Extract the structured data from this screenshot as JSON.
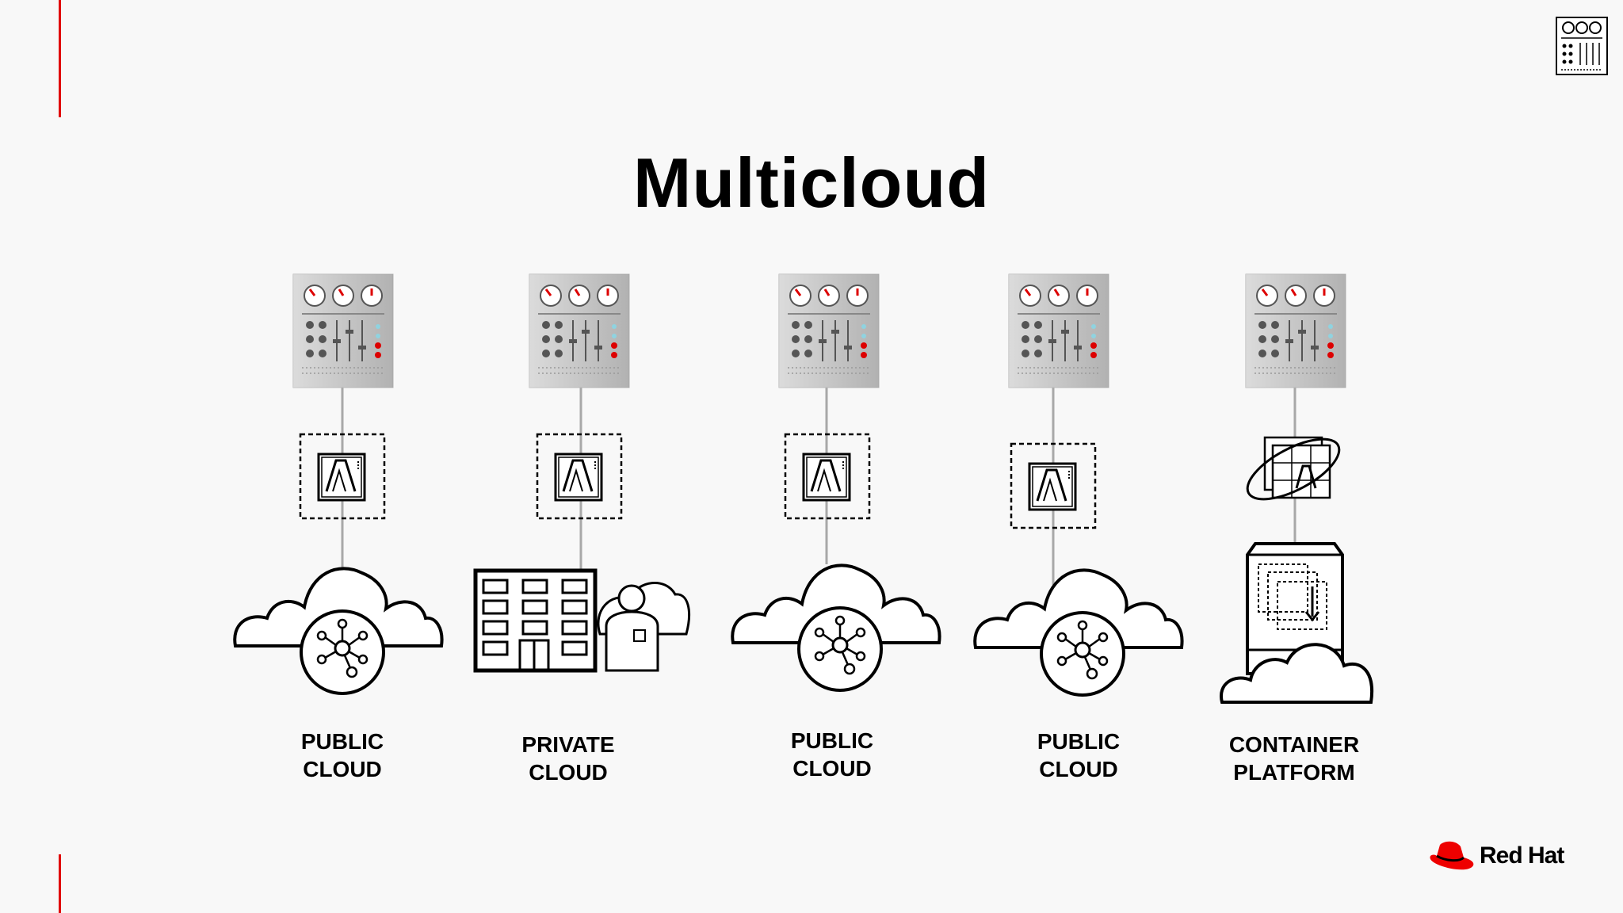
{
  "title": "Multicloud",
  "columns": [
    {
      "label_line1": "PUBLIC",
      "label_line2": "CLOUD",
      "environment": "public-cloud"
    },
    {
      "label_line1": "PRIVATE",
      "label_line2": "CLOUD",
      "environment": "private-cloud"
    },
    {
      "label_line1": "PUBLIC",
      "label_line2": "CLOUD",
      "environment": "public-cloud"
    },
    {
      "label_line1": "PUBLIC",
      "label_line2": "CLOUD",
      "environment": "public-cloud"
    },
    {
      "label_line1": "CONTAINER",
      "label_line2": "PLATFORM",
      "environment": "container-platform"
    }
  ],
  "brand": {
    "name": "Red Hat"
  },
  "colors": {
    "accent": "#e00000",
    "line": "#000000",
    "panel": "#c8c8c8",
    "connector": "#a8a8a8"
  },
  "icons": [
    "control-panel-icon",
    "application-icon",
    "cloud-network-icon",
    "office-building-icon",
    "person-icon",
    "container-icon",
    "orbit-app-icon",
    "red-hat-logo-icon"
  ]
}
